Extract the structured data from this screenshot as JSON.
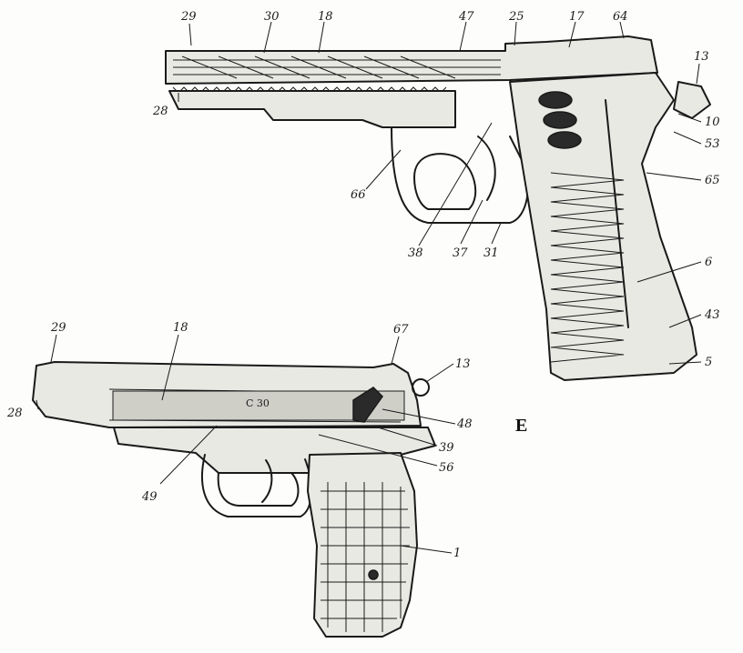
{
  "section_letter": "E",
  "top_view": {
    "labels": [
      "29",
      "30",
      "18",
      "47",
      "25",
      "17",
      "64",
      "13",
      "28",
      "10",
      "53",
      "65",
      "66",
      "38",
      "37",
      "31",
      "6",
      "43",
      "5"
    ]
  },
  "bottom_view": {
    "labels": [
      "29",
      "18",
      "67",
      "13",
      "28",
      "48",
      "39",
      "56",
      "49",
      "1"
    ],
    "slide_marking": "С 30"
  }
}
